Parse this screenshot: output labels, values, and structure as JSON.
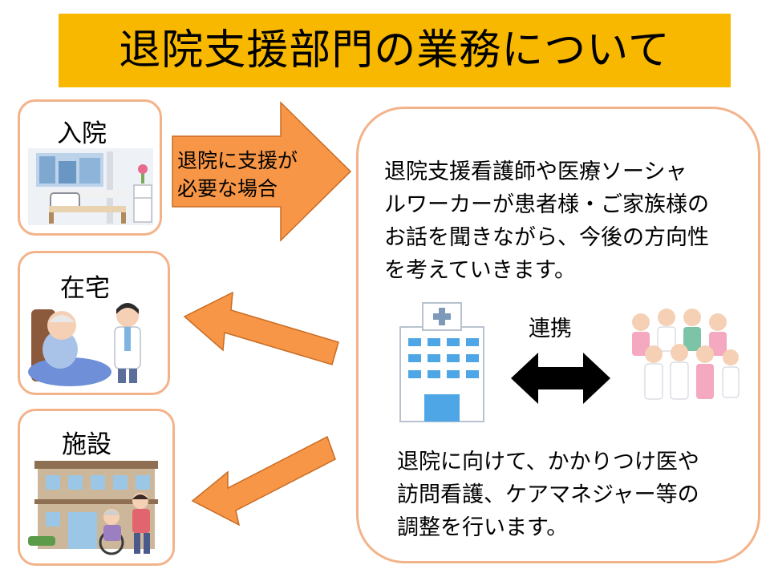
{
  "title": "退院支援部門の業務について",
  "cards": {
    "admission": {
      "label": "入院"
    },
    "home": {
      "label": "在宅"
    },
    "facility": {
      "label": "施設"
    }
  },
  "arrow": {
    "text": "退院に支援が\n必要な場合"
  },
  "panel": {
    "top_text": "退院支援看護師や医療ソーシャ\nルワーカーが患者様・ご家族様の\nお話を聞きながら、今後の方向性\nを考えていきます。",
    "liaison_label": "連携",
    "bottom_text": "退院に向けて、かかりつけ医や\n訪問看護、ケアマネジャー等の\n調整を行います。"
  },
  "colors": {
    "title_band": "#f8b800",
    "arrow_fill": "#f79646",
    "card_border": "#f3b38a"
  }
}
